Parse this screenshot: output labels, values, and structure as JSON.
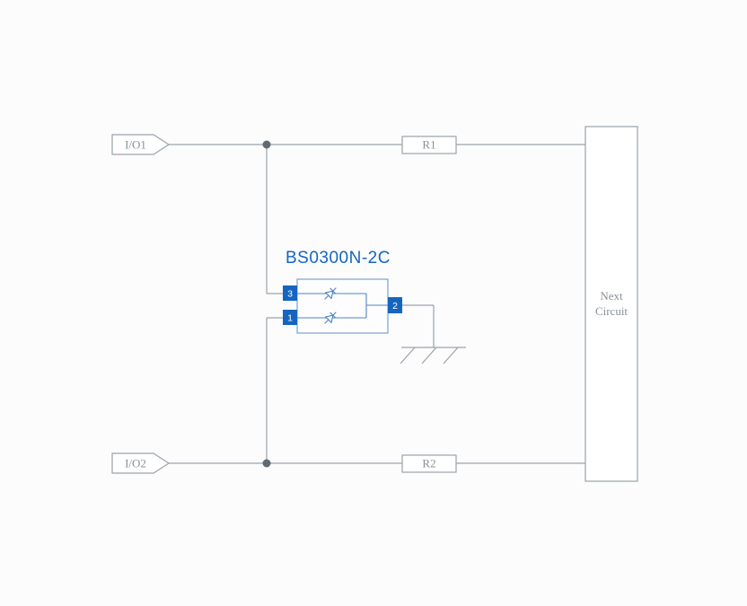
{
  "diagram": {
    "component": {
      "title": "BS0300N-2C",
      "pins": {
        "p1": "1",
        "p2": "2",
        "p3": "3"
      }
    },
    "labels": {
      "io1": "I/O1",
      "io2": "I/O2",
      "r1": "R1",
      "r2": "R2",
      "next_circuit_line1": "Next",
      "next_circuit_line2": "Circuit"
    },
    "icons": {
      "ground": "ground-icon",
      "junction": "junction-dot",
      "tvs_diode": "tvs-diode-icon"
    },
    "colors": {
      "accent_blue": "#1565c0",
      "component_blue": "#4d84c6",
      "wire_gray": "#9aa3ab",
      "label_gray": "#8a9198",
      "junction_gray": "#5f6a72"
    }
  }
}
